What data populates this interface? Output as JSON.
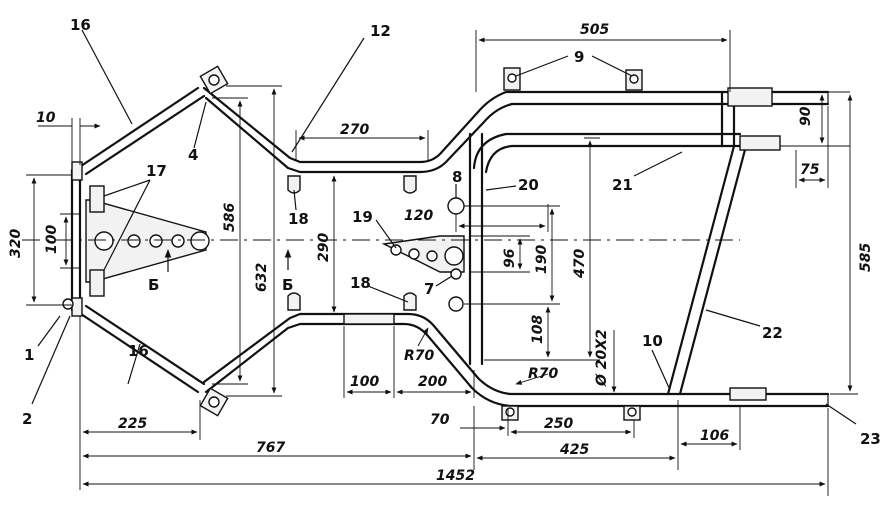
{
  "dimensions": {
    "d10": "10",
    "d320": "320",
    "d100_vert": "100",
    "d586": "586",
    "d632": "632",
    "d270": "270",
    "d290": "290",
    "d120": "120",
    "d96": "96",
    "d190": "190",
    "d470": "470",
    "d108": "108",
    "d505": "505",
    "d90": "90",
    "d75": "75",
    "d585": "585",
    "d225": "225",
    "d767": "767",
    "d100_horiz": "100",
    "d200": "200",
    "d70": "70",
    "d250": "250",
    "d425": "425",
    "d106": "106",
    "d1452": "1452",
    "r70_a": "R70",
    "r70_b": "R70",
    "tube_spec": "Ø 20X2"
  },
  "callouts": {
    "c1": "1",
    "c2": "2",
    "c4": "4",
    "c7": "7",
    "c8": "8",
    "c9": "9",
    "c10": "10",
    "c12": "12",
    "c16_top": "16",
    "c16_bottom": "16",
    "c17": "17",
    "c18_top": "18",
    "c18_bottom": "18",
    "c19": "19",
    "c20": "20",
    "c21": "21",
    "c22": "22",
    "c23": "23"
  },
  "section_marks": {
    "b_left": "Б",
    "b_center": "Б"
  }
}
